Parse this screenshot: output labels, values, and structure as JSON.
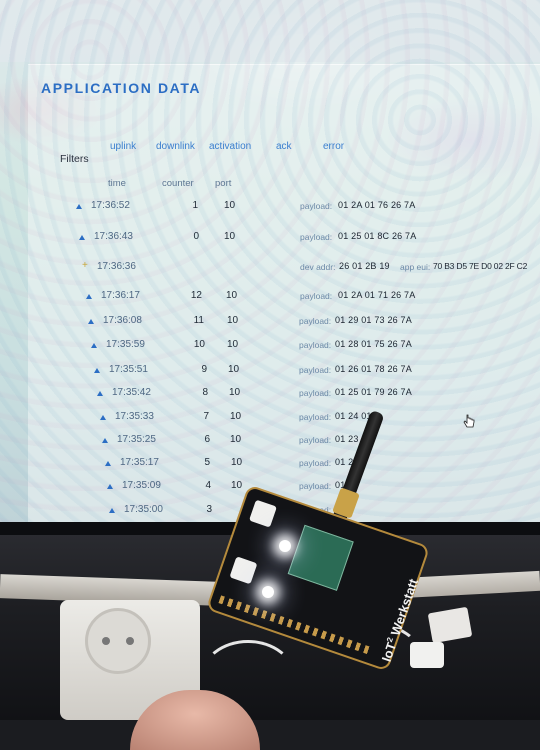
{
  "title": "APPLICATION DATA",
  "filters": {
    "label": "Filters",
    "items": [
      "uplink",
      "downlink",
      "activation",
      "ack",
      "error"
    ]
  },
  "columns": {
    "time": "time",
    "counter": "counter",
    "port": "port"
  },
  "rows": [
    {
      "time": "17:36:52",
      "counter": "1",
      "port": "10",
      "label": "payload:",
      "value": "01 2A 01 76 26 7A"
    },
    {
      "time": "17:36:43",
      "counter": "0",
      "port": "10",
      "label": "payload:",
      "value": "01 25 01 8C 26 7A"
    },
    {
      "time": "17:36:36",
      "counter": "",
      "port": "",
      "label": "dev addr:",
      "value": "26 01 2B 19",
      "label2": "app eui:",
      "value2": "70 B3 D5 7E D0 02 2F C2"
    },
    {
      "time": "17:36:17",
      "counter": "12",
      "port": "10",
      "label": "payload:",
      "value": "01 2A 01 71 26 7A"
    },
    {
      "time": "17:36:08",
      "counter": "11",
      "port": "10",
      "label": "payload:",
      "value": "01 29 01 73 26 7A"
    },
    {
      "time": "17:35:59",
      "counter": "10",
      "port": "10",
      "label": "payload:",
      "value": "01 28 01 75 26 7A"
    },
    {
      "time": "17:35:51",
      "counter": "9",
      "port": "10",
      "label": "payload:",
      "value": "01 26 01 78 26 7A"
    },
    {
      "time": "17:35:42",
      "counter": "8",
      "port": "10",
      "label": "payload:",
      "value": "01 25 01 79 26 7A"
    },
    {
      "time": "17:35:33",
      "counter": "7",
      "port": "10",
      "label": "payload:",
      "value": "01 24 01"
    },
    {
      "time": "17:35:25",
      "counter": "6",
      "port": "10",
      "label": "payload:",
      "value": "01 23 0"
    },
    {
      "time": "17:35:17",
      "counter": "5",
      "port": "10",
      "label": "payload:",
      "value": "01 21"
    },
    {
      "time": "17:35:09",
      "counter": "4",
      "port": "10",
      "label": "payload:",
      "value": "01 1"
    },
    {
      "time": "17:35:00",
      "counter": "3",
      "port": "",
      "label": "payload:",
      "value": ""
    }
  ],
  "board": {
    "brand": "IoT",
    "brand_sup": "2",
    "brand_rest": "Werkstatt"
  },
  "colors": {
    "title": "#2c6ec4",
    "link": "#3b7fcf",
    "screen": "#d3e7e3"
  }
}
